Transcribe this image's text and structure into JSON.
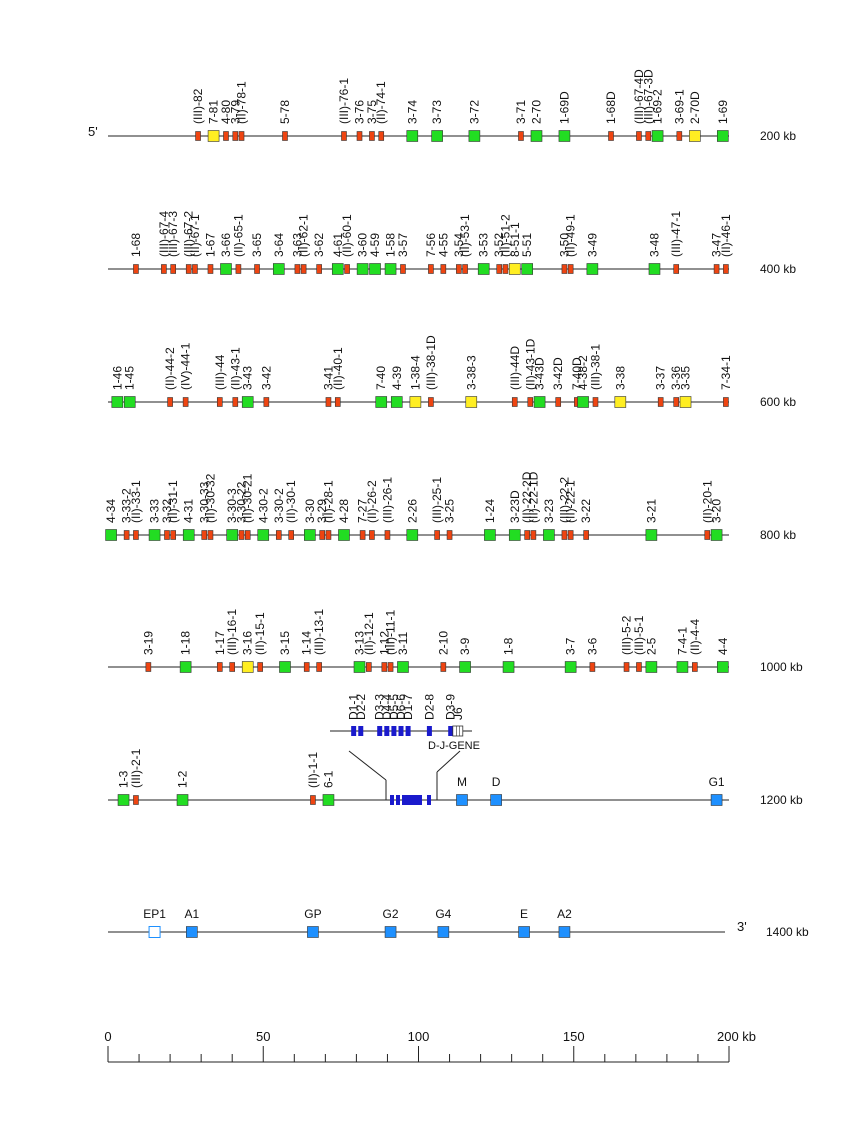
{
  "labels": {
    "five_prime": "5'",
    "three_prime": "3'",
    "dj_gene": "D-J-GENE"
  },
  "colors": {
    "functional": "#22dd22",
    "orf": "#ffee22",
    "pseudogene": "#ee4411",
    "constant": "#1e90ff",
    "d_segment": "#1a1acc"
  },
  "rows": [
    {
      "end_label": "200 kb",
      "genes": [
        {
          "pos": 29,
          "type": "p",
          "label": "(III)-82"
        },
        {
          "pos": 34,
          "type": "o",
          "label": "7-81"
        },
        {
          "pos": 38,
          "type": "p",
          "label": "4-80"
        },
        {
          "pos": 41,
          "type": "p",
          "label": "3-79"
        },
        {
          "pos": 43,
          "type": "p",
          "label": "(II)-78-1"
        },
        {
          "pos": 57,
          "type": "p",
          "label": "5-78"
        },
        {
          "pos": 76,
          "type": "p",
          "label": "(III)-76-1"
        },
        {
          "pos": 81,
          "type": "p",
          "label": "3-76"
        },
        {
          "pos": 85,
          "type": "p",
          "label": "3-75"
        },
        {
          "pos": 88,
          "type": "p",
          "label": "(II)-74-1"
        },
        {
          "pos": 98,
          "type": "f",
          "label": "3-74"
        },
        {
          "pos": 106,
          "type": "f",
          "label": "3-73"
        },
        {
          "pos": 118,
          "type": "f",
          "label": "3-72"
        },
        {
          "pos": 133,
          "type": "p",
          "label": "3-71"
        },
        {
          "pos": 138,
          "type": "f",
          "label": "2-70"
        },
        {
          "pos": 147,
          "type": "f",
          "label": "1-69D"
        },
        {
          "pos": 162,
          "type": "p",
          "label": "1-68D"
        },
        {
          "pos": 171,
          "type": "p",
          "label": "(III)-67-4D"
        },
        {
          "pos": 174,
          "type": "p",
          "label": "(III)-67-3D"
        },
        {
          "pos": 177,
          "type": "f",
          "label": "1-69-2"
        },
        {
          "pos": 184,
          "type": "p",
          "label": "3-69-1"
        },
        {
          "pos": 189,
          "type": "o",
          "label": "2-70D"
        },
        {
          "pos": 198,
          "type": "f",
          "label": "1-69"
        }
      ]
    },
    {
      "end_label": "400 kb",
      "genes": [
        {
          "pos": 9,
          "type": "p",
          "label": "1-68"
        },
        {
          "pos": 18,
          "type": "p",
          "label": "(III)-67-4"
        },
        {
          "pos": 21,
          "type": "p",
          "label": "(III)-67-3"
        },
        {
          "pos": 26,
          "type": "p",
          "label": "(III)-67-2"
        },
        {
          "pos": 28,
          "type": "p",
          "label": "(II)-67-1"
        },
        {
          "pos": 33,
          "type": "p",
          "label": "1-67"
        },
        {
          "pos": 38,
          "type": "f",
          "label": "3-66"
        },
        {
          "pos": 42,
          "type": "p",
          "label": "(II)-65-1"
        },
        {
          "pos": 48,
          "type": "p",
          "label": "3-65"
        },
        {
          "pos": 55,
          "type": "f",
          "label": "3-64"
        },
        {
          "pos": 61,
          "type": "p",
          "label": "3-63"
        },
        {
          "pos": 63,
          "type": "p",
          "label": "(II)-62-1"
        },
        {
          "pos": 68,
          "type": "p",
          "label": "3-62"
        },
        {
          "pos": 74,
          "type": "f",
          "label": "4-61"
        },
        {
          "pos": 77,
          "type": "p",
          "label": "(II)-60-1"
        },
        {
          "pos": 82,
          "type": "f",
          "label": "3-60"
        },
        {
          "pos": 86,
          "type": "f",
          "label": "4-59"
        },
        {
          "pos": 91,
          "type": "f",
          "label": "1-58"
        },
        {
          "pos": 95,
          "type": "p",
          "label": "3-57"
        },
        {
          "pos": 104,
          "type": "p",
          "label": "7-56"
        },
        {
          "pos": 108,
          "type": "p",
          "label": "4-55"
        },
        {
          "pos": 113,
          "type": "p",
          "label": "3-54"
        },
        {
          "pos": 115,
          "type": "p",
          "label": "(II)-53-1"
        },
        {
          "pos": 121,
          "type": "f",
          "label": "3-53"
        },
        {
          "pos": 126,
          "type": "p",
          "label": "3-52"
        },
        {
          "pos": 128,
          "type": "p",
          "label": "(II)-51-2"
        },
        {
          "pos": 131,
          "type": "o",
          "label": "8-51-1"
        },
        {
          "pos": 135,
          "type": "f",
          "label": "5-51"
        },
        {
          "pos": 147,
          "type": "p",
          "label": "3-50"
        },
        {
          "pos": 149,
          "type": "p",
          "label": "(II)-49-1"
        },
        {
          "pos": 156,
          "type": "f",
          "label": "3-49"
        },
        {
          "pos": 176,
          "type": "f",
          "label": "3-48"
        },
        {
          "pos": 183,
          "type": "p",
          "label": "(III)-47-1"
        },
        {
          "pos": 196,
          "type": "p",
          "label": "3-47"
        },
        {
          "pos": 199,
          "type": "p",
          "label": "(II)-46-1"
        }
      ]
    },
    {
      "end_label": "600 kb",
      "genes": [
        {
          "pos": 3,
          "type": "f",
          "label": "1-46"
        },
        {
          "pos": 7,
          "type": "f",
          "label": "1-45"
        },
        {
          "pos": 20,
          "type": "p",
          "label": "(II)-44-2"
        },
        {
          "pos": 25,
          "type": "p",
          "label": "(IV)-44-1"
        },
        {
          "pos": 36,
          "type": "p",
          "label": "(III)-44"
        },
        {
          "pos": 41,
          "type": "p",
          "label": "(II)-43-1"
        },
        {
          "pos": 45,
          "type": "f",
          "label": "3-43"
        },
        {
          "pos": 51,
          "type": "p",
          "label": "3-42"
        },
        {
          "pos": 71,
          "type": "p",
          "label": "3-41"
        },
        {
          "pos": 74,
          "type": "p",
          "label": "(II)-40-1"
        },
        {
          "pos": 88,
          "type": "f",
          "label": "7-40"
        },
        {
          "pos": 93,
          "type": "f",
          "label": "4-39"
        },
        {
          "pos": 99,
          "type": "o",
          "label": "1-38-4"
        },
        {
          "pos": 104,
          "type": "p",
          "label": "(III)-38-1D"
        },
        {
          "pos": 117,
          "type": "o",
          "label": "3-38-3"
        },
        {
          "pos": 131,
          "type": "p",
          "label": "(III)-44D"
        },
        {
          "pos": 136,
          "type": "p",
          "label": "(II)-43-1D"
        },
        {
          "pos": 139,
          "type": "f",
          "label": "3-43D"
        },
        {
          "pos": 145,
          "type": "p",
          "label": "3-42D"
        },
        {
          "pos": 151,
          "type": "p",
          "label": "7-40D"
        },
        {
          "pos": 153,
          "type": "f",
          "label": "4-38-2"
        },
        {
          "pos": 157,
          "type": "p",
          "label": "(III)-38-1"
        },
        {
          "pos": 165,
          "type": "o",
          "label": "3-38"
        },
        {
          "pos": 178,
          "type": "p",
          "label": "3-37"
        },
        {
          "pos": 183,
          "type": "p",
          "label": "3-36"
        },
        {
          "pos": 186,
          "type": "o",
          "label": "3-35"
        },
        {
          "pos": 199,
          "type": "p",
          "label": "7-34-1"
        }
      ]
    },
    {
      "end_label": "800 kb",
      "genes": [
        {
          "pos": 1,
          "type": "f",
          "label": "4-34"
        },
        {
          "pos": 6,
          "type": "p",
          "label": "3-33-2"
        },
        {
          "pos": 9,
          "type": "p",
          "label": "(II)-33-1"
        },
        {
          "pos": 15,
          "type": "f",
          "label": "3-33"
        },
        {
          "pos": 19,
          "type": "p",
          "label": "3-32"
        },
        {
          "pos": 21,
          "type": "p",
          "label": "(II)-31-1"
        },
        {
          "pos": 26,
          "type": "f",
          "label": "4-31"
        },
        {
          "pos": 31,
          "type": "p",
          "label": "3-30-33"
        },
        {
          "pos": 33,
          "type": "p",
          "label": "(II)-30-32"
        },
        {
          "pos": 40,
          "type": "f",
          "label": "3-30-3"
        },
        {
          "pos": 43,
          "type": "p",
          "label": "3-30-22"
        },
        {
          "pos": 45,
          "type": "p",
          "label": "(II)-30-21"
        },
        {
          "pos": 50,
          "type": "f",
          "label": "4-30-2"
        },
        {
          "pos": 55,
          "type": "p",
          "label": "3-30-2"
        },
        {
          "pos": 59,
          "type": "p",
          "label": "(II)-30-1"
        },
        {
          "pos": 65,
          "type": "f",
          "label": "3-30"
        },
        {
          "pos": 69,
          "type": "p",
          "label": "3-29"
        },
        {
          "pos": 71,
          "type": "p",
          "label": "(II)-28-1"
        },
        {
          "pos": 76,
          "type": "f",
          "label": "4-28"
        },
        {
          "pos": 82,
          "type": "p",
          "label": "7-27"
        },
        {
          "pos": 85,
          "type": "p",
          "label": "(II)-26-2"
        },
        {
          "pos": 90,
          "type": "p",
          "label": "(III)-26-1"
        },
        {
          "pos": 98,
          "type": "f",
          "label": "2-26"
        },
        {
          "pos": 106,
          "type": "p",
          "label": "(III)-25-1"
        },
        {
          "pos": 110,
          "type": "p",
          "label": "3-25"
        },
        {
          "pos": 123,
          "type": "f",
          "label": "1-24"
        },
        {
          "pos": 131,
          "type": "f",
          "label": "3-23D"
        },
        {
          "pos": 135,
          "type": "p",
          "label": "(II)-22-2D"
        },
        {
          "pos": 137,
          "type": "p",
          "label": "(II)-22-1D"
        },
        {
          "pos": 142,
          "type": "f",
          "label": "3-23"
        },
        {
          "pos": 147,
          "type": "p",
          "label": "(III)-22-2"
        },
        {
          "pos": 149,
          "type": "p",
          "label": "(II)-22-1"
        },
        {
          "pos": 154,
          "type": "p",
          "label": "3-22"
        },
        {
          "pos": 175,
          "type": "f",
          "label": "3-21"
        },
        {
          "pos": 193,
          "type": "p",
          "label": "(II)-20-1"
        },
        {
          "pos": 196,
          "type": "f",
          "label": "3-20"
        }
      ]
    },
    {
      "end_label": "1000 kb",
      "genes": [
        {
          "pos": 13,
          "type": "p",
          "label": "3-19"
        },
        {
          "pos": 25,
          "type": "f",
          "label": "1-18"
        },
        {
          "pos": 36,
          "type": "p",
          "label": "1-17"
        },
        {
          "pos": 40,
          "type": "p",
          "label": "(III)-16-1"
        },
        {
          "pos": 45,
          "type": "o",
          "label": "3-16"
        },
        {
          "pos": 49,
          "type": "p",
          "label": "(II)-15-1"
        },
        {
          "pos": 57,
          "type": "f",
          "label": "3-15"
        },
        {
          "pos": 64,
          "type": "p",
          "label": "1-14"
        },
        {
          "pos": 68,
          "type": "p",
          "label": "(III)-13-1"
        },
        {
          "pos": 81,
          "type": "f",
          "label": "3-13"
        },
        {
          "pos": 84,
          "type": "p",
          "label": "(II)-12-1"
        },
        {
          "pos": 89,
          "type": "p",
          "label": "1-12"
        },
        {
          "pos": 91,
          "type": "p",
          "label": "(III)-11-1"
        },
        {
          "pos": 95,
          "type": "f",
          "label": "3-11"
        },
        {
          "pos": 108,
          "type": "p",
          "label": "2-10"
        },
        {
          "pos": 115,
          "type": "f",
          "label": "3-9"
        },
        {
          "pos": 129,
          "type": "f",
          "label": "1-8"
        },
        {
          "pos": 149,
          "type": "f",
          "label": "3-7"
        },
        {
          "pos": 156,
          "type": "p",
          "label": "3-6"
        },
        {
          "pos": 167,
          "type": "p",
          "label": "(III)-5-2"
        },
        {
          "pos": 171,
          "type": "p",
          "label": "(III)-5-1"
        },
        {
          "pos": 175,
          "type": "f",
          "label": "2-5"
        },
        {
          "pos": 185,
          "type": "f",
          "label": "7-4-1"
        },
        {
          "pos": 189,
          "type": "p",
          "label": "(II)-4-4"
        },
        {
          "pos": 198,
          "type": "f",
          "label": "4-4"
        }
      ]
    },
    {
      "end_label": "1200 kb",
      "genes": [
        {
          "pos": 5,
          "type": "f",
          "label": "1-3"
        },
        {
          "pos": 9,
          "type": "p",
          "label": "(III)-2-1"
        },
        {
          "pos": 24,
          "type": "f",
          "label": "1-2"
        },
        {
          "pos": 66,
          "type": "p",
          "label": "(II)-1-1"
        },
        {
          "pos": 71,
          "type": "f",
          "label": "6-1"
        },
        {
          "pos": 114,
          "type": "c",
          "label": "M"
        },
        {
          "pos": 125,
          "type": "c",
          "label": "D"
        },
        {
          "pos": 196,
          "type": "c",
          "label": "G1"
        }
      ]
    },
    {
      "end_label": "1400 kb",
      "genes": [
        {
          "pos": 15,
          "type": "e",
          "label": "EP1"
        },
        {
          "pos": 27,
          "type": "c",
          "label": "A1"
        },
        {
          "pos": 66,
          "type": "c",
          "label": "GP"
        },
        {
          "pos": 91,
          "type": "c",
          "label": "G2"
        },
        {
          "pos": 108,
          "type": "c",
          "label": "G4"
        },
        {
          "pos": 134,
          "type": "c",
          "label": "E"
        },
        {
          "pos": 147,
          "type": "c",
          "label": "A2"
        }
      ]
    }
  ],
  "dj_inset": {
    "segments": [
      {
        "pos": 10,
        "label": "D1-1"
      },
      {
        "pos": 13,
        "label": "D2-2"
      },
      {
        "pos": 21,
        "label": "D3-3"
      },
      {
        "pos": 24,
        "label": "D4-4"
      },
      {
        "pos": 27,
        "label": "D5-5"
      },
      {
        "pos": 30,
        "label": "D6-6"
      },
      {
        "pos": 33,
        "label": "D1-7"
      },
      {
        "pos": 42,
        "label": "D2-8"
      },
      {
        "pos": 51,
        "label": "D3-9"
      },
      {
        "pos": 54,
        "label": "J6"
      }
    ]
  },
  "scale": {
    "ticks": [
      "0",
      "50",
      "100",
      "150",
      "200 kb"
    ]
  }
}
